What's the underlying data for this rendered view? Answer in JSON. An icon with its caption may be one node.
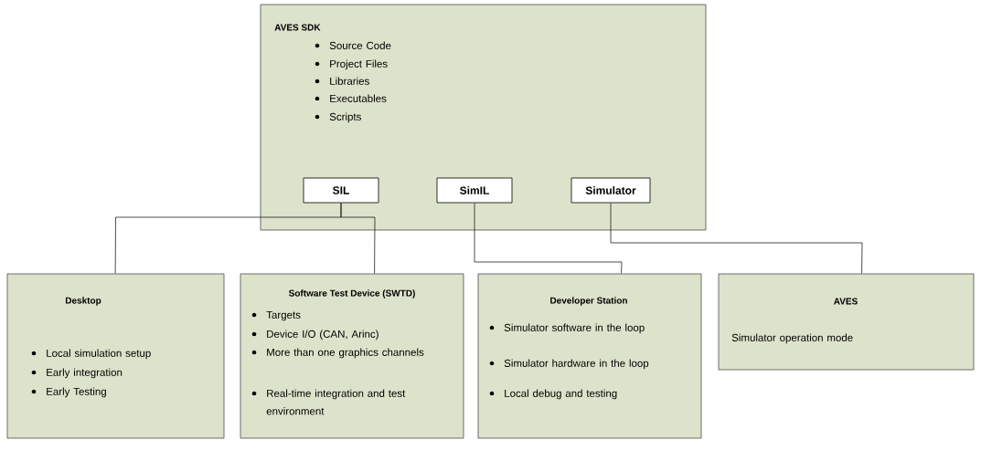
{
  "diagram": {
    "nodes": [
      {
        "text": [
          "AVES SDK",
          "Source Code",
          "Project Files",
          "Libraries",
          "Executables",
          "Scripts"
        ]
      },
      {
        "text": [
          "SIL"
        ],
        "in": 0
      },
      {
        "text": [
          "SimIL"
        ],
        "in": 0
      },
      {
        "text": [
          "Simulator"
        ],
        "in": 0
      },
      {
        "text": [
          "Desktop",
          "Local simulation setup",
          "Early integration",
          "Early Testing"
        ]
      },
      {
        "text": [
          "Software Test Device (SWTD)",
          "Targets",
          "Device I/O (CAN, Arinc)",
          "More than one graphics channels",
          "Real-time integration and test environment"
        ]
      },
      {
        "text": [
          "Developer Station",
          "Simulator software in the loop",
          "Simulator hardware in the loop",
          "Local debug and testing"
        ]
      },
      {
        "text": [
          "AVES",
          "Simulator operation mode"
        ]
      }
    ],
    "edges": [
      {
        "from": 1,
        "to": 4,
        "arrow": "none"
      },
      {
        "from": 1,
        "to": 5,
        "arrow": "none"
      },
      {
        "from": 2,
        "to": 6,
        "arrow": "none"
      },
      {
        "from": 3,
        "to": 7,
        "arrow": "none"
      }
    ]
  }
}
